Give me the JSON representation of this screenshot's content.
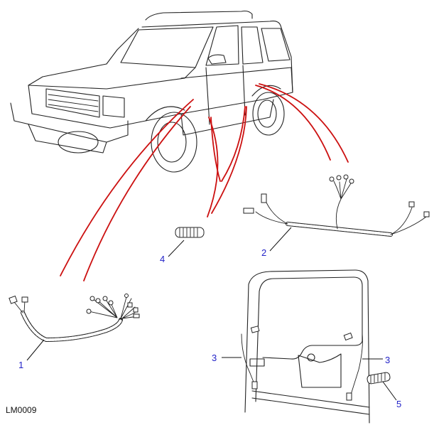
{
  "diagram": {
    "reference_code": "LM0009",
    "colors": {
      "callout_text": "#2323c8",
      "guide_lines": "#cc1111",
      "line_art": "#222222"
    },
    "parts": [
      {
        "callout": "1",
        "description": "main wiring harness with multiple connectors"
      },
      {
        "callout": "2",
        "description": "side body wiring harness"
      },
      {
        "callout": "3",
        "description": "tailgate harness (left)"
      },
      {
        "callout": "3",
        "description": "tailgate harness (right)"
      },
      {
        "callout": "4",
        "description": "grommet"
      },
      {
        "callout": "5",
        "description": "grommet"
      }
    ]
  }
}
